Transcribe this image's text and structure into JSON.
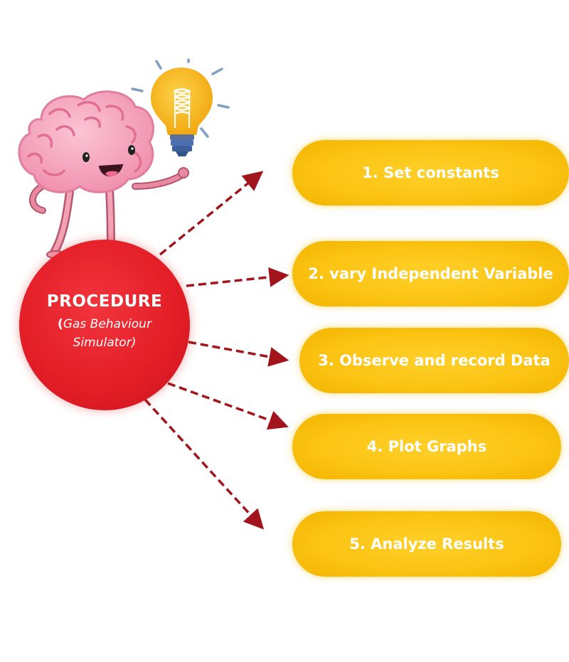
{
  "hub": {
    "title": "PROCEDURE",
    "subtitle_open": "(",
    "subtitle_line1": "Gas Behaviour",
    "subtitle_line2": "Simulator",
    "subtitle_close": ")"
  },
  "steps": [
    {
      "label": "1. Set constants"
    },
    {
      "label": "2. vary Independent Variable"
    },
    {
      "label": "3. Observe and record Data"
    },
    {
      "label": "4. Plot Graphs"
    },
    {
      "label": "5. Analyze Results"
    }
  ],
  "colors": {
    "hub_red": "#e21d26",
    "step_yellow": "#fcc414",
    "arrow": "#a3151c",
    "brain_pink": "#f5a3bd",
    "bulb": "#f8b81a"
  },
  "icons": [
    "brain-mascot-icon",
    "light-bulb-icon"
  ]
}
